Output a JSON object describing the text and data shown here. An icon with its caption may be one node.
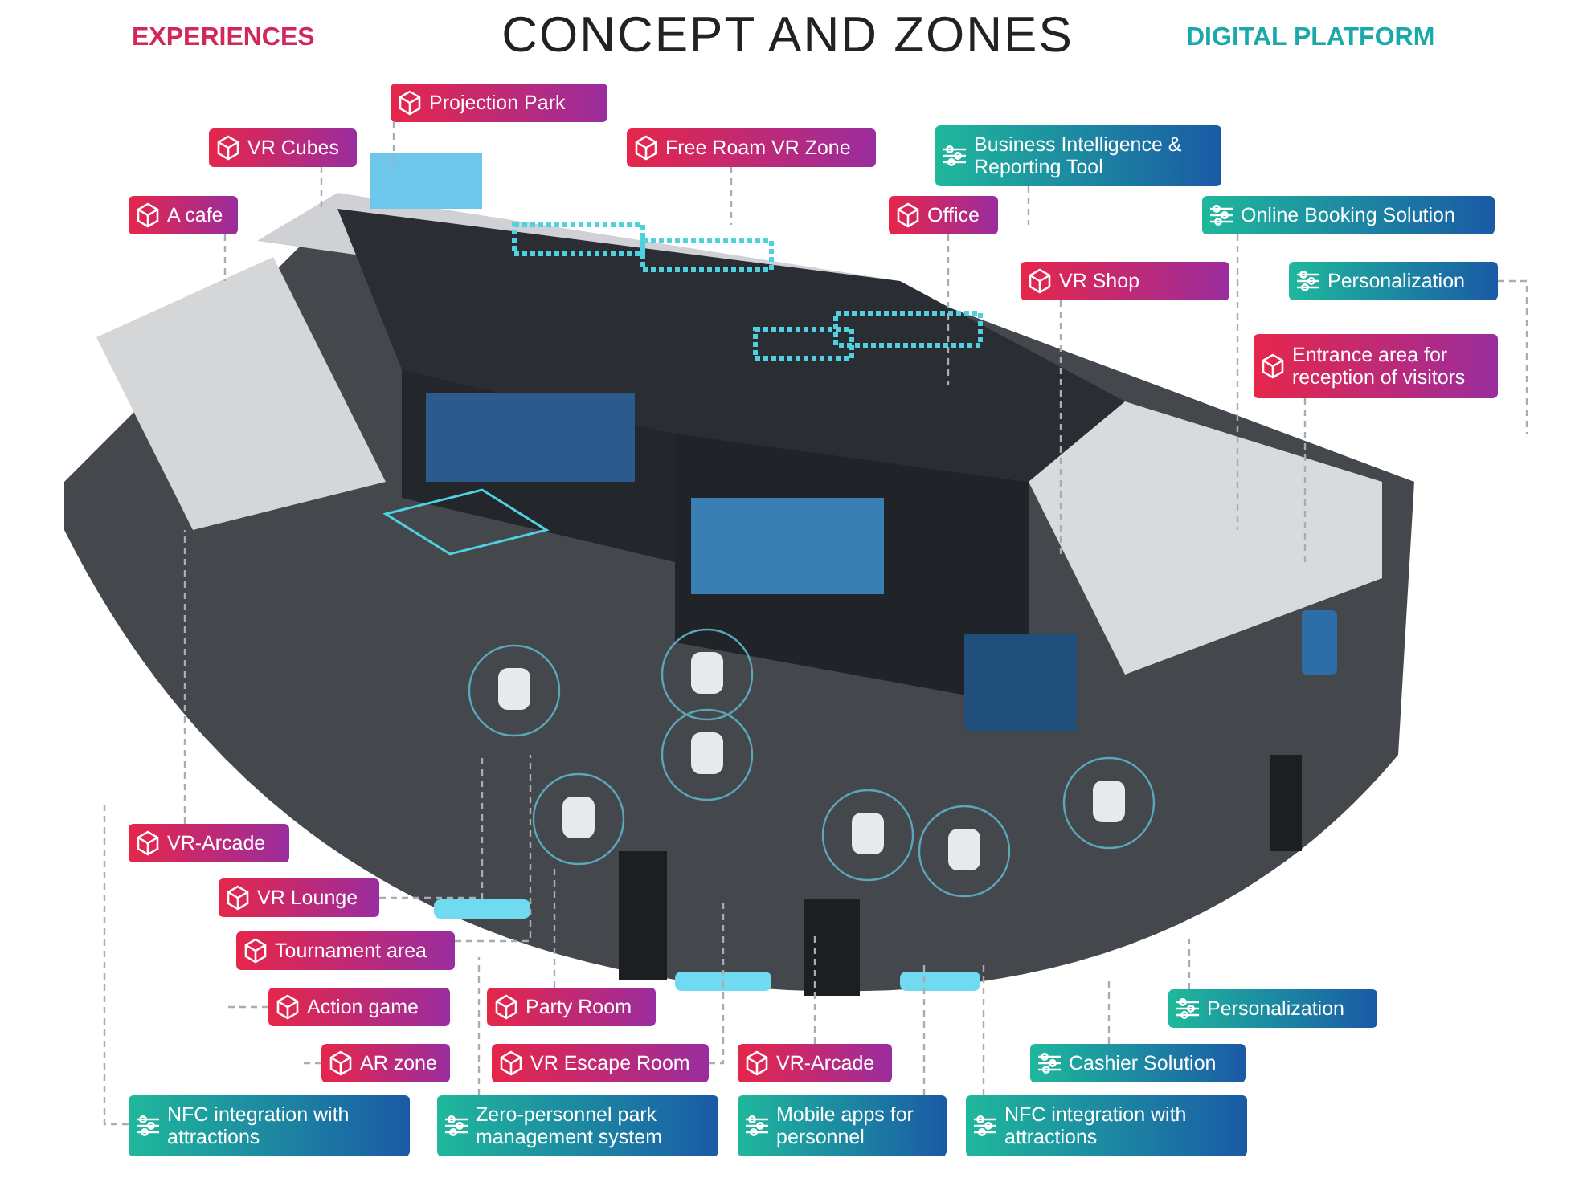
{
  "diagram": {
    "title": "CONCEPT AND ZONES",
    "nodes": [
      {
        "text": [
          "Projection Park"
        ]
      },
      {
        "text": [
          "VR Cubes"
        ]
      },
      {
        "text": [
          "Free Roam VR Zone"
        ]
      },
      {
        "text": [
          "Business Intelligence & Reporting Tool"
        ]
      },
      {
        "text": [
          "A cafe"
        ]
      },
      {
        "text": [
          "Office"
        ]
      },
      {
        "text": [
          "Online Booking Solution"
        ]
      },
      {
        "text": [
          "VR Shop"
        ]
      },
      {
        "text": [
          "Personalization"
        ]
      },
      {
        "text": [
          "Entrance area for reception of visitors"
        ]
      },
      {
        "text": [
          "VR-Arcade"
        ]
      },
      {
        "text": [
          "VR Lounge"
        ]
      },
      {
        "text": [
          "Tournament area"
        ]
      },
      {
        "text": [
          "Action game"
        ]
      },
      {
        "text": [
          "Party Room"
        ]
      },
      {
        "text": [
          "Personalization"
        ]
      },
      {
        "text": [
          "AR zone"
        ]
      },
      {
        "text": [
          "VR Escape Room"
        ]
      },
      {
        "text": [
          "VR-Arcade"
        ]
      },
      {
        "text": [
          "Cashier Solution"
        ]
      },
      {
        "text": [
          "NFC integration with attractions"
        ]
      },
      {
        "text": [
          "Zero-personnel park management system"
        ]
      },
      {
        "text": [
          "Mobile apps for personnel"
        ]
      },
      {
        "text": [
          "NFC integration with attractions"
        ]
      }
    ],
    "edges": [
      {
        "from": 0,
        "to": null,
        "arrow": "none"
      },
      {
        "from": 1,
        "to": null,
        "arrow": "none"
      },
      {
        "from": 2,
        "to": null,
        "arrow": "none"
      },
      {
        "from": 3,
        "to": null,
        "arrow": "none"
      },
      {
        "from": 4,
        "to": null,
        "arrow": "none"
      },
      {
        "from": 5,
        "to": null,
        "arrow": "none"
      },
      {
        "from": 6,
        "to": null,
        "arrow": "none"
      },
      {
        "from": 7,
        "to": null,
        "arrow": "none"
      },
      {
        "from": 8,
        "to": null,
        "arrow": "none"
      },
      {
        "from": 9,
        "to": null,
        "arrow": "none"
      },
      {
        "from": 10,
        "to": null,
        "arrow": "none"
      },
      {
        "from": 11,
        "to": null,
        "arrow": "none"
      },
      {
        "from": 12,
        "to": null,
        "arrow": "none"
      },
      {
        "from": 13,
        "to": null,
        "arrow": "none"
      },
      {
        "from": 14,
        "to": null,
        "arrow": "none"
      },
      {
        "from": 15,
        "to": null,
        "arrow": "none"
      },
      {
        "from": 16,
        "to": null,
        "arrow": "none"
      },
      {
        "from": 17,
        "to": null,
        "arrow": "none"
      },
      {
        "from": 18,
        "to": null,
        "arrow": "none"
      },
      {
        "from": 19,
        "to": null,
        "arrow": "none"
      },
      {
        "from": 20,
        "to": null,
        "arrow": "none"
      },
      {
        "from": 21,
        "to": null,
        "arrow": "none"
      },
      {
        "from": 22,
        "to": null,
        "arrow": "none"
      },
      {
        "from": 23,
        "to": null,
        "arrow": "none"
      }
    ],
    "labels": [
      "EXPERIENCES",
      "DIGITAL PLATFORM"
    ]
  }
}
